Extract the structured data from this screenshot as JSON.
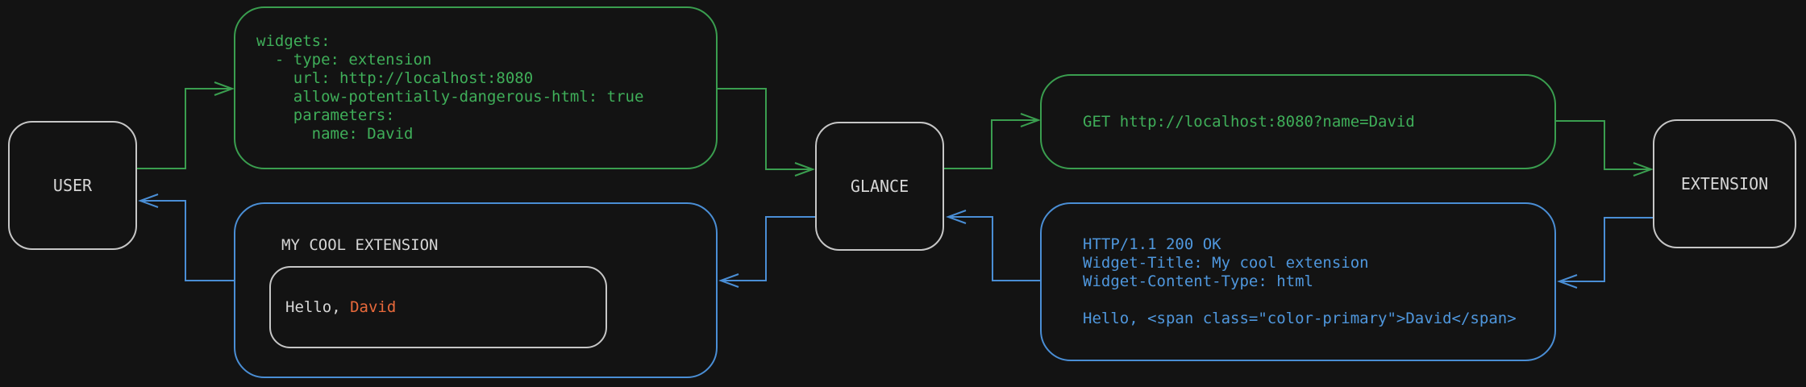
{
  "diagram": {
    "background": "#131313",
    "colors": {
      "request_green": "#3a9e4f",
      "request_green_text": "#3fae59",
      "response_blue": "#4a8ed5",
      "response_blue_text": "#4f97dd",
      "accent_orange": "#e8693b",
      "node_border": "#c6c6c6",
      "text_light": "#d6d6d6"
    },
    "nodes": {
      "user": {
        "label": "USER"
      },
      "glance": {
        "label": "GLANCE"
      },
      "extension": {
        "label": "EXTENSION"
      }
    },
    "config_box": {
      "code": "widgets:\n  - type: extension\n    url: http://localhost:8080\n    allow-potentially-dangerous-html: true\n    parameters:\n      name: David"
    },
    "request_box": {
      "code": "GET http://localhost:8080?name=David"
    },
    "response_box": {
      "code": "HTTP/1.1 200 OK\nWidget-Title: My cool extension\nWidget-Content-Type: html\n\nHello, <span class=\"color-primary\">David</span>"
    },
    "render_box": {
      "title": "MY COOL EXTENSION",
      "greeting_prefix": "Hello, ",
      "greeting_name": "David"
    }
  }
}
